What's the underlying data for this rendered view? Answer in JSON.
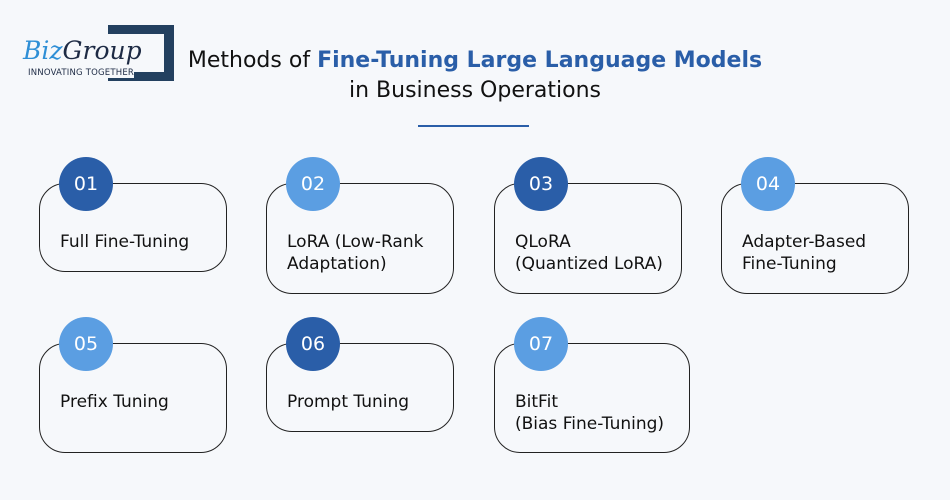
{
  "logo": {
    "name_part1": "Biz",
    "name_part2": "Group",
    "tagline": "INNOVATING TOGETHER"
  },
  "title": {
    "prefix": "Methods of ",
    "highlight": "Fine-Tuning Large Language Models",
    "line2": "in Business Operations"
  },
  "colors": {
    "dark": "#2a5ea8",
    "light": "#5b9ee2"
  },
  "methods": [
    {
      "num": "01",
      "label": "Full Fine-Tuning"
    },
    {
      "num": "02",
      "label": "LoRA (Low-Rank\nAdaptation)"
    },
    {
      "num": "03",
      "label": "QLoRA\n(Quantized LoRA)"
    },
    {
      "num": "04",
      "label": "Adapter-Based\nFine-Tuning"
    },
    {
      "num": "05",
      "label": "Prefix Tuning"
    },
    {
      "num": "06",
      "label": "Prompt Tuning"
    },
    {
      "num": "07",
      "label": "BitFit\n(Bias Fine-Tuning)"
    }
  ]
}
